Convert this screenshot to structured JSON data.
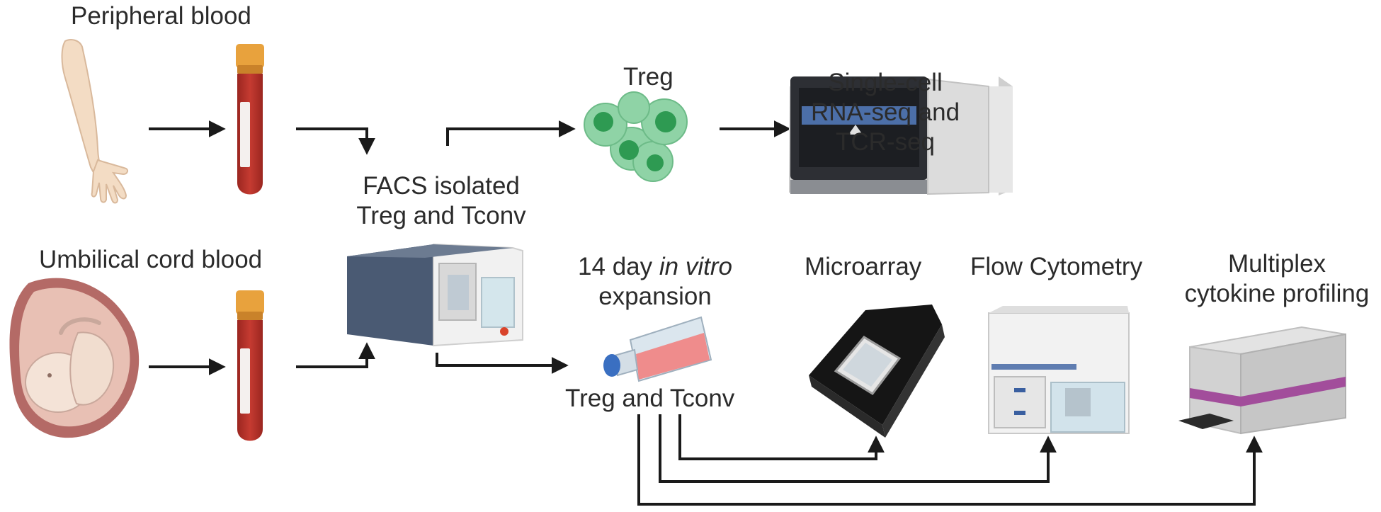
{
  "labels": {
    "peripheral_blood": "Peripheral blood",
    "umbilical_cord_blood": "Umbilical cord blood",
    "facs_line1": "FACS isolated",
    "facs_line2": "Treg and Tconv",
    "treg": "Treg",
    "scrna_line1": "Single-cell",
    "scrna_line2": "RNA-seq and",
    "scrna_line3": "TCR-seq",
    "expansion_prefix": "14 day ",
    "expansion_italic": "in vitro",
    "expansion_line2": "expansion",
    "treg_tconv": "Treg and Tconv",
    "microarray": "Microarray",
    "flow_cytometry": "Flow Cytometry",
    "multiplex_line1": "Multiplex",
    "multiplex_line2": "cytokine profiling"
  },
  "icons": [
    "arm-icon",
    "blood-tube-icon",
    "fetus-in-womb-icon",
    "facs-sorter-icon",
    "treg-cells-icon",
    "sequencer-icon",
    "culture-flask-icon",
    "microarray-chip-icon",
    "flow-cytometer-icon",
    "plate-reader-icon"
  ],
  "colors": {
    "arrow": "#1a1a1a",
    "blood": "#b8332b",
    "tube_cap": "#e8a23d",
    "cell_outer": "#8fd3a6",
    "cell_nucleus": "#2e9a52",
    "sorter_panel": "#4a5a73",
    "skin": "#f3dcc4",
    "flask_liquid": "#ef8c8c",
    "band": "#a24d9b"
  }
}
